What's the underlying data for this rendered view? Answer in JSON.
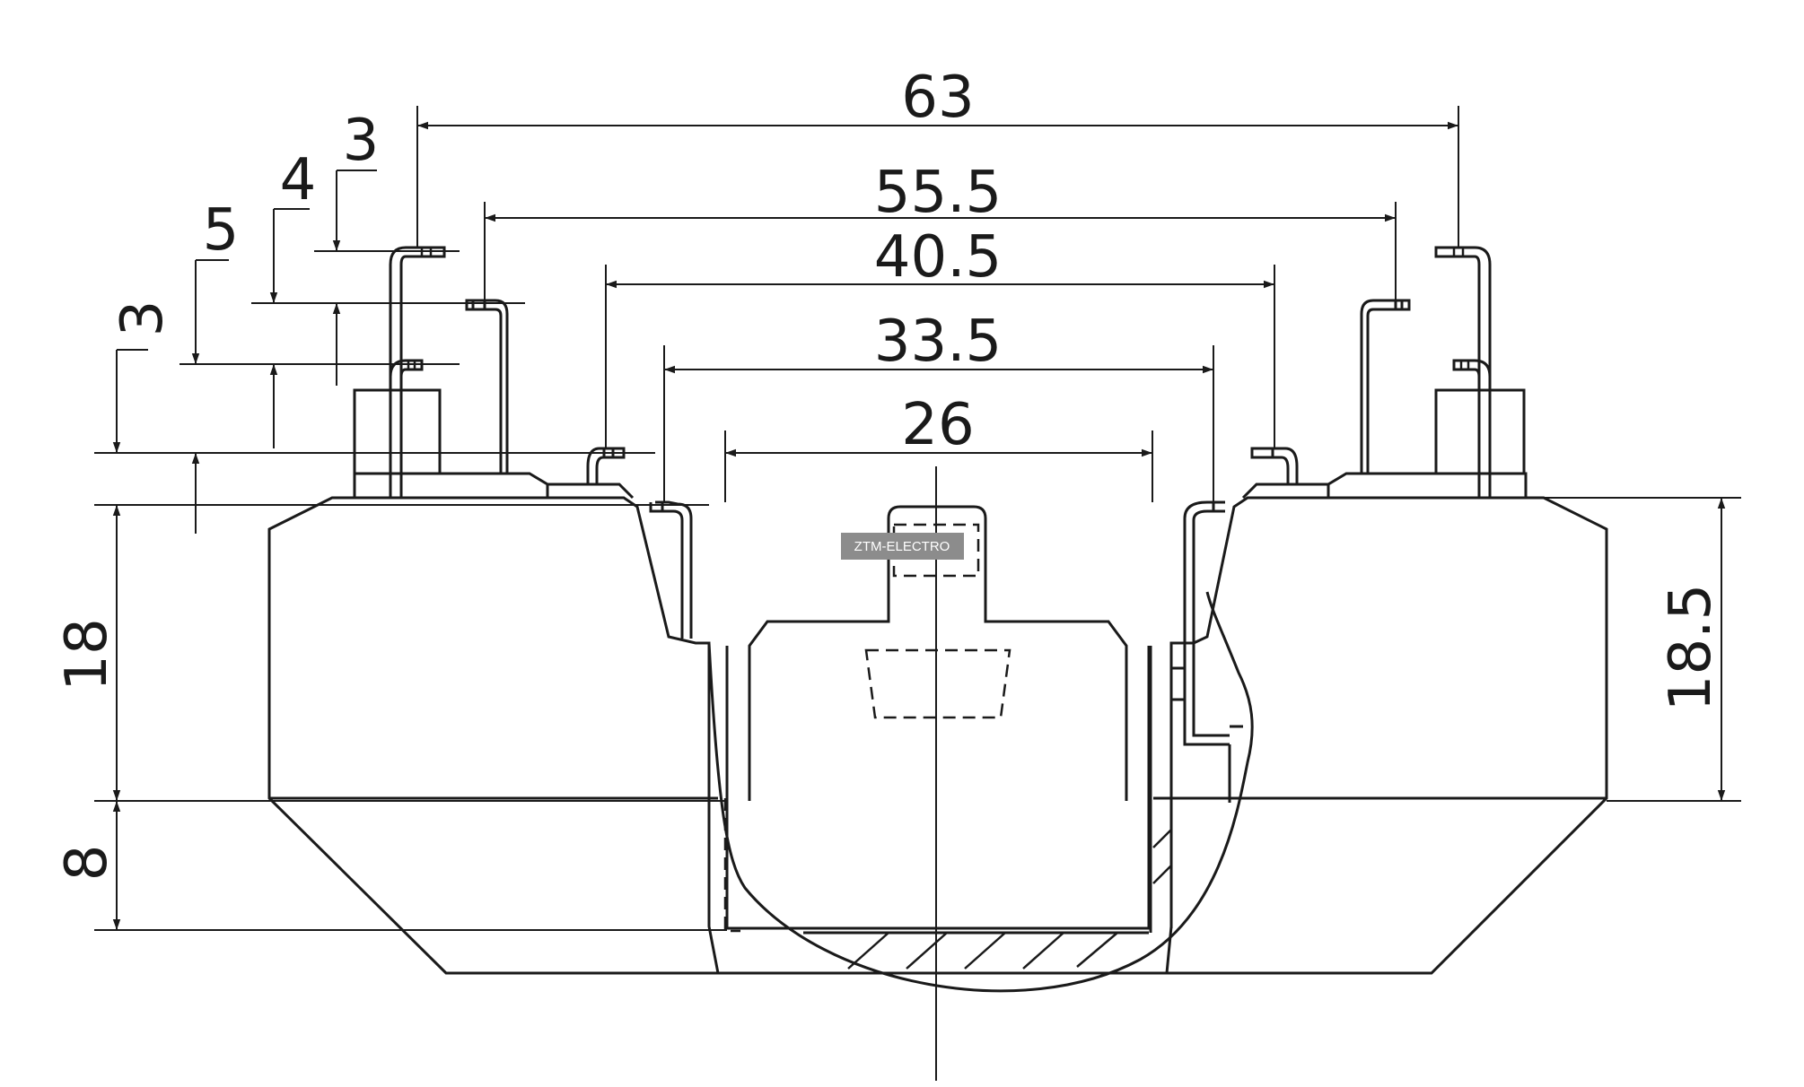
{
  "dimensions": {
    "d63": "63",
    "d55_5": "55.5",
    "d40_5": "40.5",
    "d33_5": "33.5",
    "d26": "26",
    "d3_top": "3",
    "d4": "4",
    "d5": "5",
    "d3_left": "3",
    "d18": "18",
    "d8": "8",
    "d18_5": "18.5"
  },
  "watermark": "ZTM-ELECTRO",
  "colors": {
    "line": "#1a1a1a",
    "watermark_bg": "#8c8c8c"
  }
}
